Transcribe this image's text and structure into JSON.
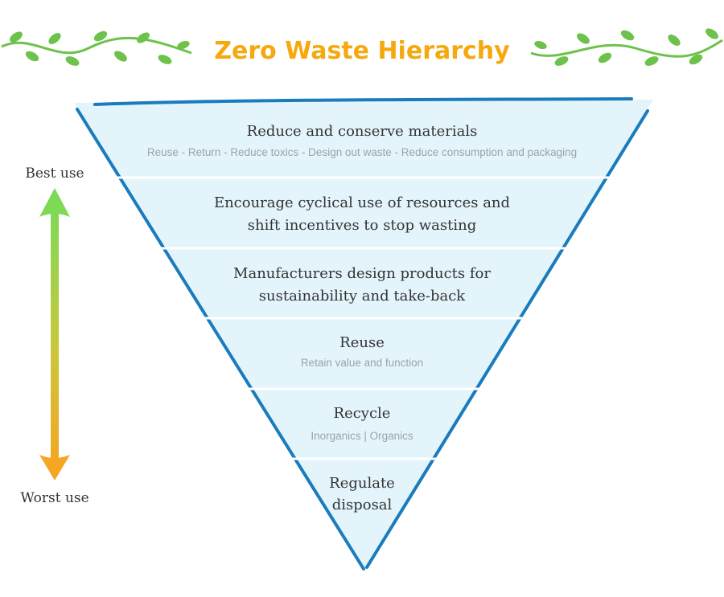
{
  "title": "Zero Waste Hierarchy",
  "scale": {
    "best_label": "Best use",
    "worst_label": "Worst use",
    "best_color": "#7ed957",
    "worst_color": "#f5a623"
  },
  "levels": [
    {
      "lines": [
        "Reduce and conserve materials"
      ],
      "sub": "Reuse - Return - Reduce toxics - Design out waste - Reduce consumption and packaging"
    },
    {
      "lines": [
        "Encourage cyclical use of resources and",
        "shift incentives to stop wasting"
      ],
      "sub": ""
    },
    {
      "lines": [
        "Manufacturers design products for",
        "sustainability and take-back"
      ],
      "sub": ""
    },
    {
      "lines": [
        "Reuse"
      ],
      "sub": "Retain value and function"
    },
    {
      "lines": [
        "Recycle"
      ],
      "sub": "Inorganics | Organics"
    },
    {
      "lines": [
        "Regulate",
        "disposal"
      ],
      "sub": ""
    }
  ],
  "colors": {
    "title": "#f5a90e",
    "triangle_fill": "#e3f5fb",
    "triangle_edge": "#1a7bbd",
    "divider": "#ffffff",
    "vine": "#6cc24a"
  },
  "icons": {
    "decoration_left": "vine-icon",
    "decoration_right": "vine-icon",
    "scale_arrow": "double-arrow-icon"
  }
}
